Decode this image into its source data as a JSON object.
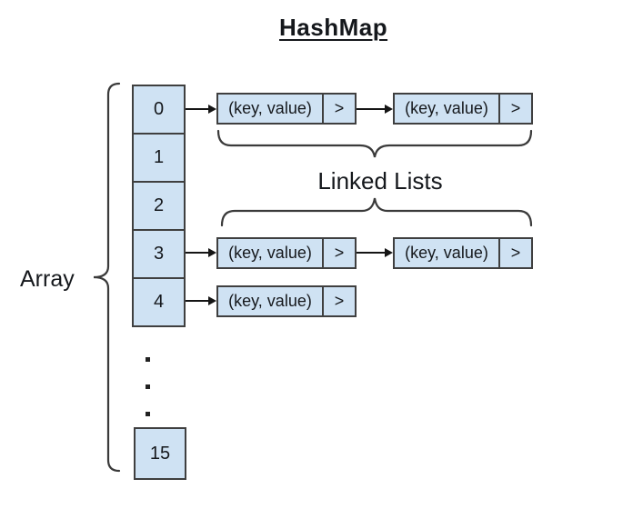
{
  "title": "HashMap",
  "labels": {
    "array": "Array",
    "linked_lists": "Linked Lists"
  },
  "array": {
    "cells": [
      "0",
      "1",
      "2",
      "3",
      "4"
    ],
    "ellipsis_dot_count": 3,
    "last_cell": "15"
  },
  "node": {
    "kv": "(key, value)",
    "pointer": ">"
  },
  "rows": [
    {
      "array_index": "0",
      "node_count": 2
    },
    {
      "array_index": "3",
      "node_count": 2
    },
    {
      "array_index": "4",
      "node_count": 1
    }
  ],
  "colors": {
    "box_fill": "#cfe2f3",
    "box_border": "#3f3f3f",
    "arrow_color": "#151515",
    "text_color": "#15181c",
    "brace_color": "#3a3a3a"
  }
}
